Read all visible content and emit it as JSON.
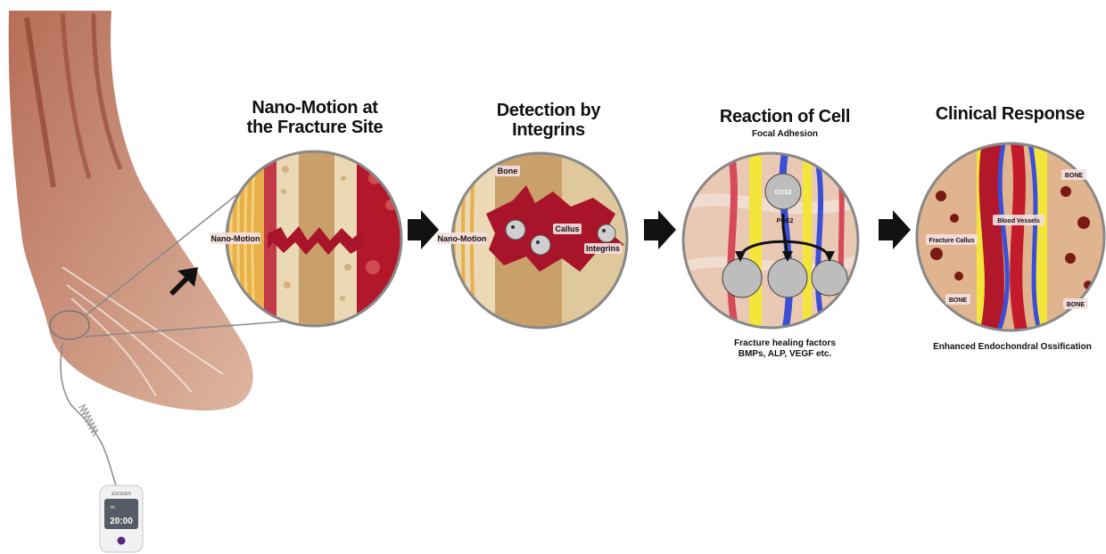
{
  "stages": [
    {
      "title_line1": "Nano-Motion at",
      "title_line2": "the Fracture Site",
      "labels": {
        "nano_motion": "Nano-Motion"
      }
    },
    {
      "title_line1": "Detection by",
      "title_line2": "Integrins",
      "labels": {
        "bone": "Bone",
        "nano_motion": "Nano-Motion",
        "callus": "Callus",
        "integrins": "Integrins"
      }
    },
    {
      "title_line1": "Reaction of Cell",
      "subtitle": "Focal Adhesion",
      "labels": {
        "cox2": "COX2",
        "pge2": "PGE2"
      },
      "caption_line1": "Fracture healing factors",
      "caption_line2": "BMPs, ALP, VEGF etc."
    },
    {
      "title_line1": "Clinical Response",
      "labels": {
        "bone_top": "BONE",
        "blood_vessels": "Blood Vessels",
        "fracture_callus": "Fracture Callus",
        "bone_bottom_left": "BONE",
        "bone_bottom_right": "BONE"
      },
      "caption_line1": "Enhanced Endochondral Ossification"
    }
  ],
  "device": {
    "brand": "EXOGEN",
    "time": "20:00"
  },
  "colors": {
    "bone_cream": "#ead9b4",
    "bone_tan": "#c9a06a",
    "marrow_red": "#b3172a",
    "muscle": "#c98a6a",
    "arrow": "#111111",
    "vessel_blue": "#3a4fd6",
    "vessel_yellow": "#f3e53a"
  }
}
